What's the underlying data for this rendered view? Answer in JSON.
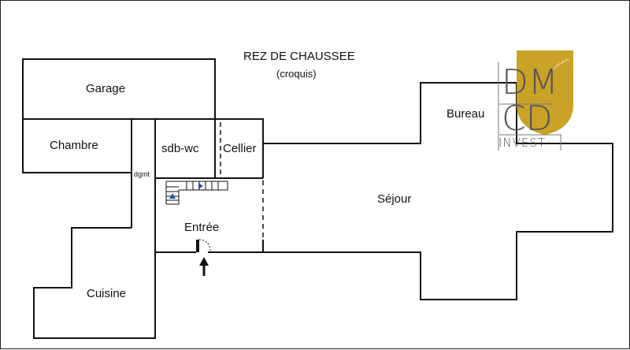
{
  "plan": {
    "title": "REZ DE CHAUSSEE",
    "subtitle": "(croquis)",
    "rooms": {
      "garage": "Garage",
      "chambre": "Chambre",
      "sdb_wc": "sdb-wc",
      "cellier": "Cellier",
      "degagement": "dgmt",
      "entree": "Entrée",
      "sejour": "Séjour",
      "bureau": "Bureau",
      "cuisine": "Cuisine"
    }
  },
  "logo": {
    "line1": "DM",
    "line2": "CD",
    "line3": "INVEST",
    "accent_color": "#c9a227"
  },
  "colors": {
    "wall": "#111111",
    "stairs_arrow": "#2b4fa8"
  }
}
